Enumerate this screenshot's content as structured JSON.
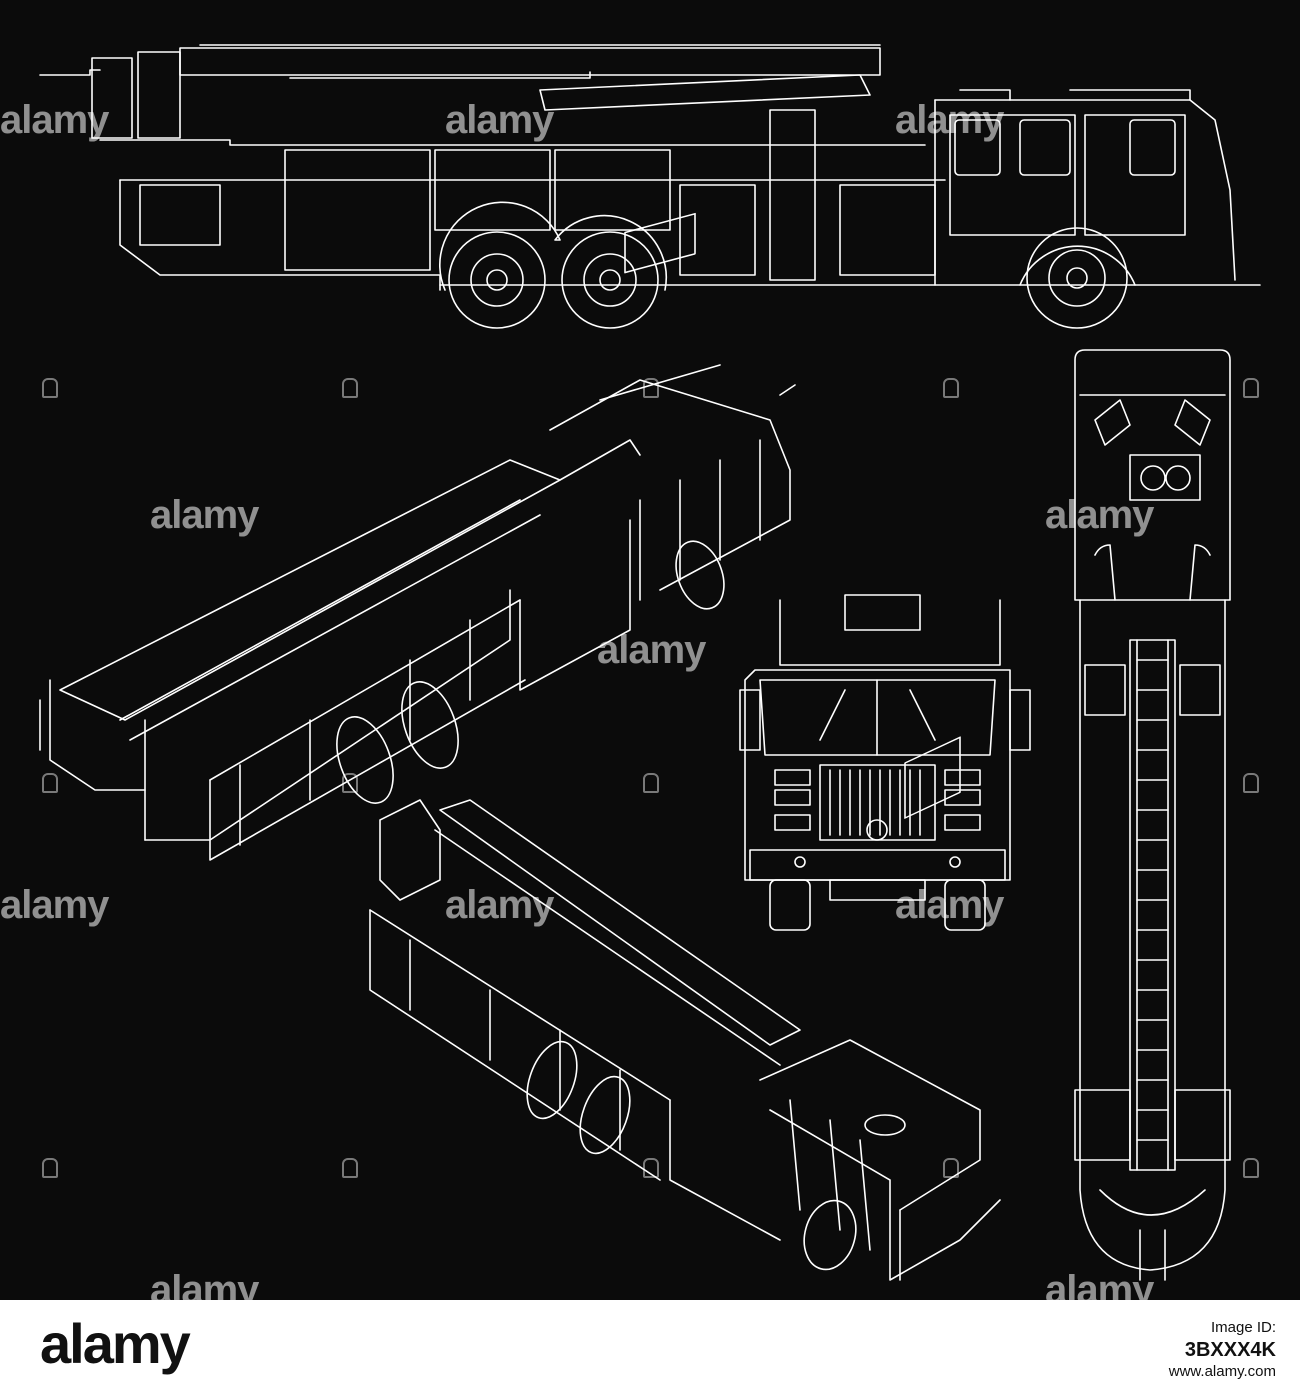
{
  "image": {
    "background_color": "#0b0b0b",
    "line_color": "#ffffff"
  },
  "watermarks": [
    "alamy",
    "alamy",
    "alamy",
    "alamy",
    "alamy",
    "alamy",
    "alamy",
    "alamy",
    "alamy",
    "alamy",
    "alamy",
    "alamy",
    "alamy"
  ],
  "footer": {
    "logo": "alamy",
    "id_label": "Image ID:",
    "image_id": "3BXXX4K",
    "url": "www.alamy.com"
  }
}
